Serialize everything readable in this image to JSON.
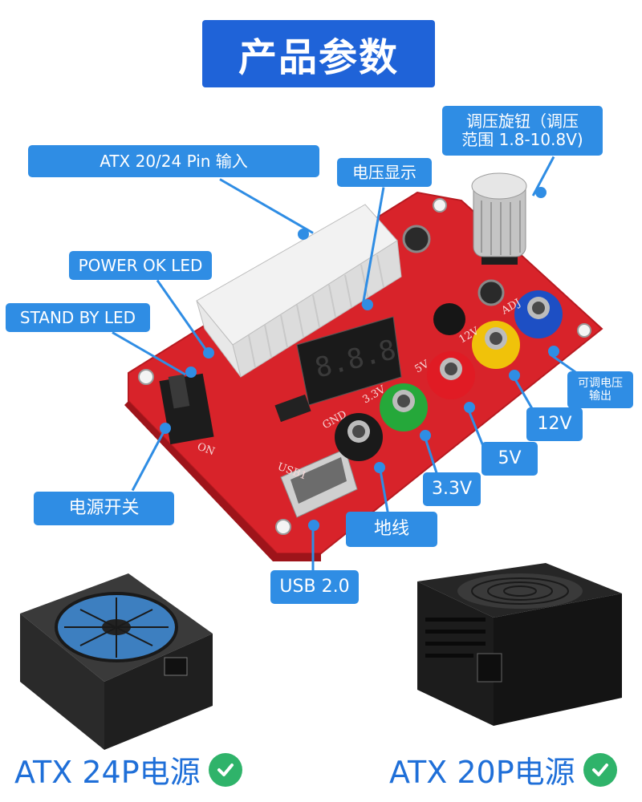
{
  "title": "产品参数",
  "labels": {
    "atx_input": "ATX 20/24 Pin 输入",
    "voltage_display": "电压显示",
    "knob_line1": "调压旋钮（调压",
    "knob_line2": "范围 1.8-10.8V)",
    "power_ok_led": "POWER OK LED",
    "standby_led": "STAND BY LED",
    "adjustable_line1": "可调电压",
    "adjustable_line2": "输出",
    "v12": "12V",
    "v5": "5V",
    "v33": "3.3V",
    "ground": "地线",
    "power_switch": "电源开关",
    "usb": "USB 2.0"
  },
  "board_silk": {
    "display_digits": "8.8.8",
    "usb_mark": "USB1",
    "on_mark": "ON",
    "gnd_mark": "GND",
    "v33_mark": "3.3V",
    "v5_mark": "5V",
    "v12_mark": "12V",
    "adj_mark": "ADJ"
  },
  "bottom": {
    "left": "ATX 24P电源",
    "right": "ATX 20P电源"
  },
  "colors": {
    "title_bg": "#1f63d8",
    "label_bg": "#2f8de4",
    "board": "#d8232a",
    "check": "#2fb36a",
    "bottom_text": "#1f6fd8"
  },
  "icons": [
    "check-icon"
  ]
}
